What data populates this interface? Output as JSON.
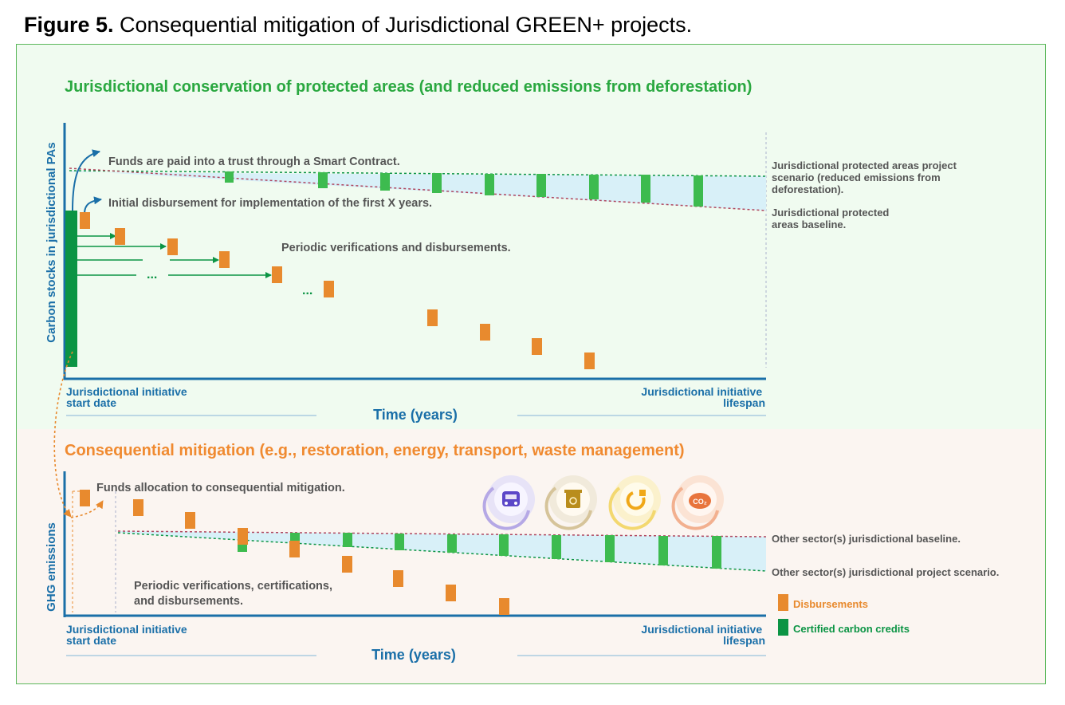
{
  "figure_title": {
    "label": "Figure 5.",
    "text": " Consequential mitigation of Jurisdictional GREEN+ projects."
  },
  "top_panel": {
    "heading": "Jurisdictional conservation of protected areas (and reduced emissions from deforestation)",
    "y_axis_label": "Carbon stocks in jurisdictional PAs",
    "x_axis_label": "Time (years)",
    "start_label": [
      "Jurisdictional initiative",
      "start date"
    ],
    "end_label": [
      "Jurisdictional initiative",
      "lifespan"
    ],
    "annotation_funds": "Funds are paid into a trust through a Smart Contract.",
    "annotation_initial": "Initial disbursement for implementation of the first X years.",
    "annotation_periodic": "Periodic verifications and disbursements.",
    "ellipsis": "...",
    "project_scenario_label": [
      "Jurisdictional protected areas project",
      "scenario (reduced emissions from",
      "deforestation)."
    ],
    "baseline_label": [
      "Jurisdictional protected",
      "areas baseline."
    ]
  },
  "bottom_panel": {
    "heading": "Consequential mitigation (e.g., restoration, energy, transport, waste management)",
    "y_axis_label": "GHG emissions",
    "x_axis_label": "Time (years)",
    "start_label": [
      "Jurisdictional initiative",
      "start date"
    ],
    "end_label": [
      "Jurisdictional initiative",
      "lifespan"
    ],
    "annotation_funds": "Funds allocation to consequential mitigation.",
    "annotation_periodic": [
      "Periodic verifications, certifications,",
      "and disbursements."
    ],
    "baseline_label": "Other sector(s) jurisdictional baseline.",
    "project_scenario_label": "Other sector(s) jurisdictional project scenario.",
    "icons": [
      "transport-icon",
      "waste-icon",
      "energy-icon",
      "co2-icon"
    ],
    "co2_text": "CO₂"
  },
  "legend": {
    "disbursements": "Disbursements",
    "credits": "Certified carbon credits"
  },
  "colors": {
    "green": "#0b9444",
    "green_light": "#3dbb4f",
    "orange": "#e88a2e",
    "blue": "#1a6fa8",
    "baseline_red": "#b0465e",
    "band": "#d8f0f8"
  }
}
